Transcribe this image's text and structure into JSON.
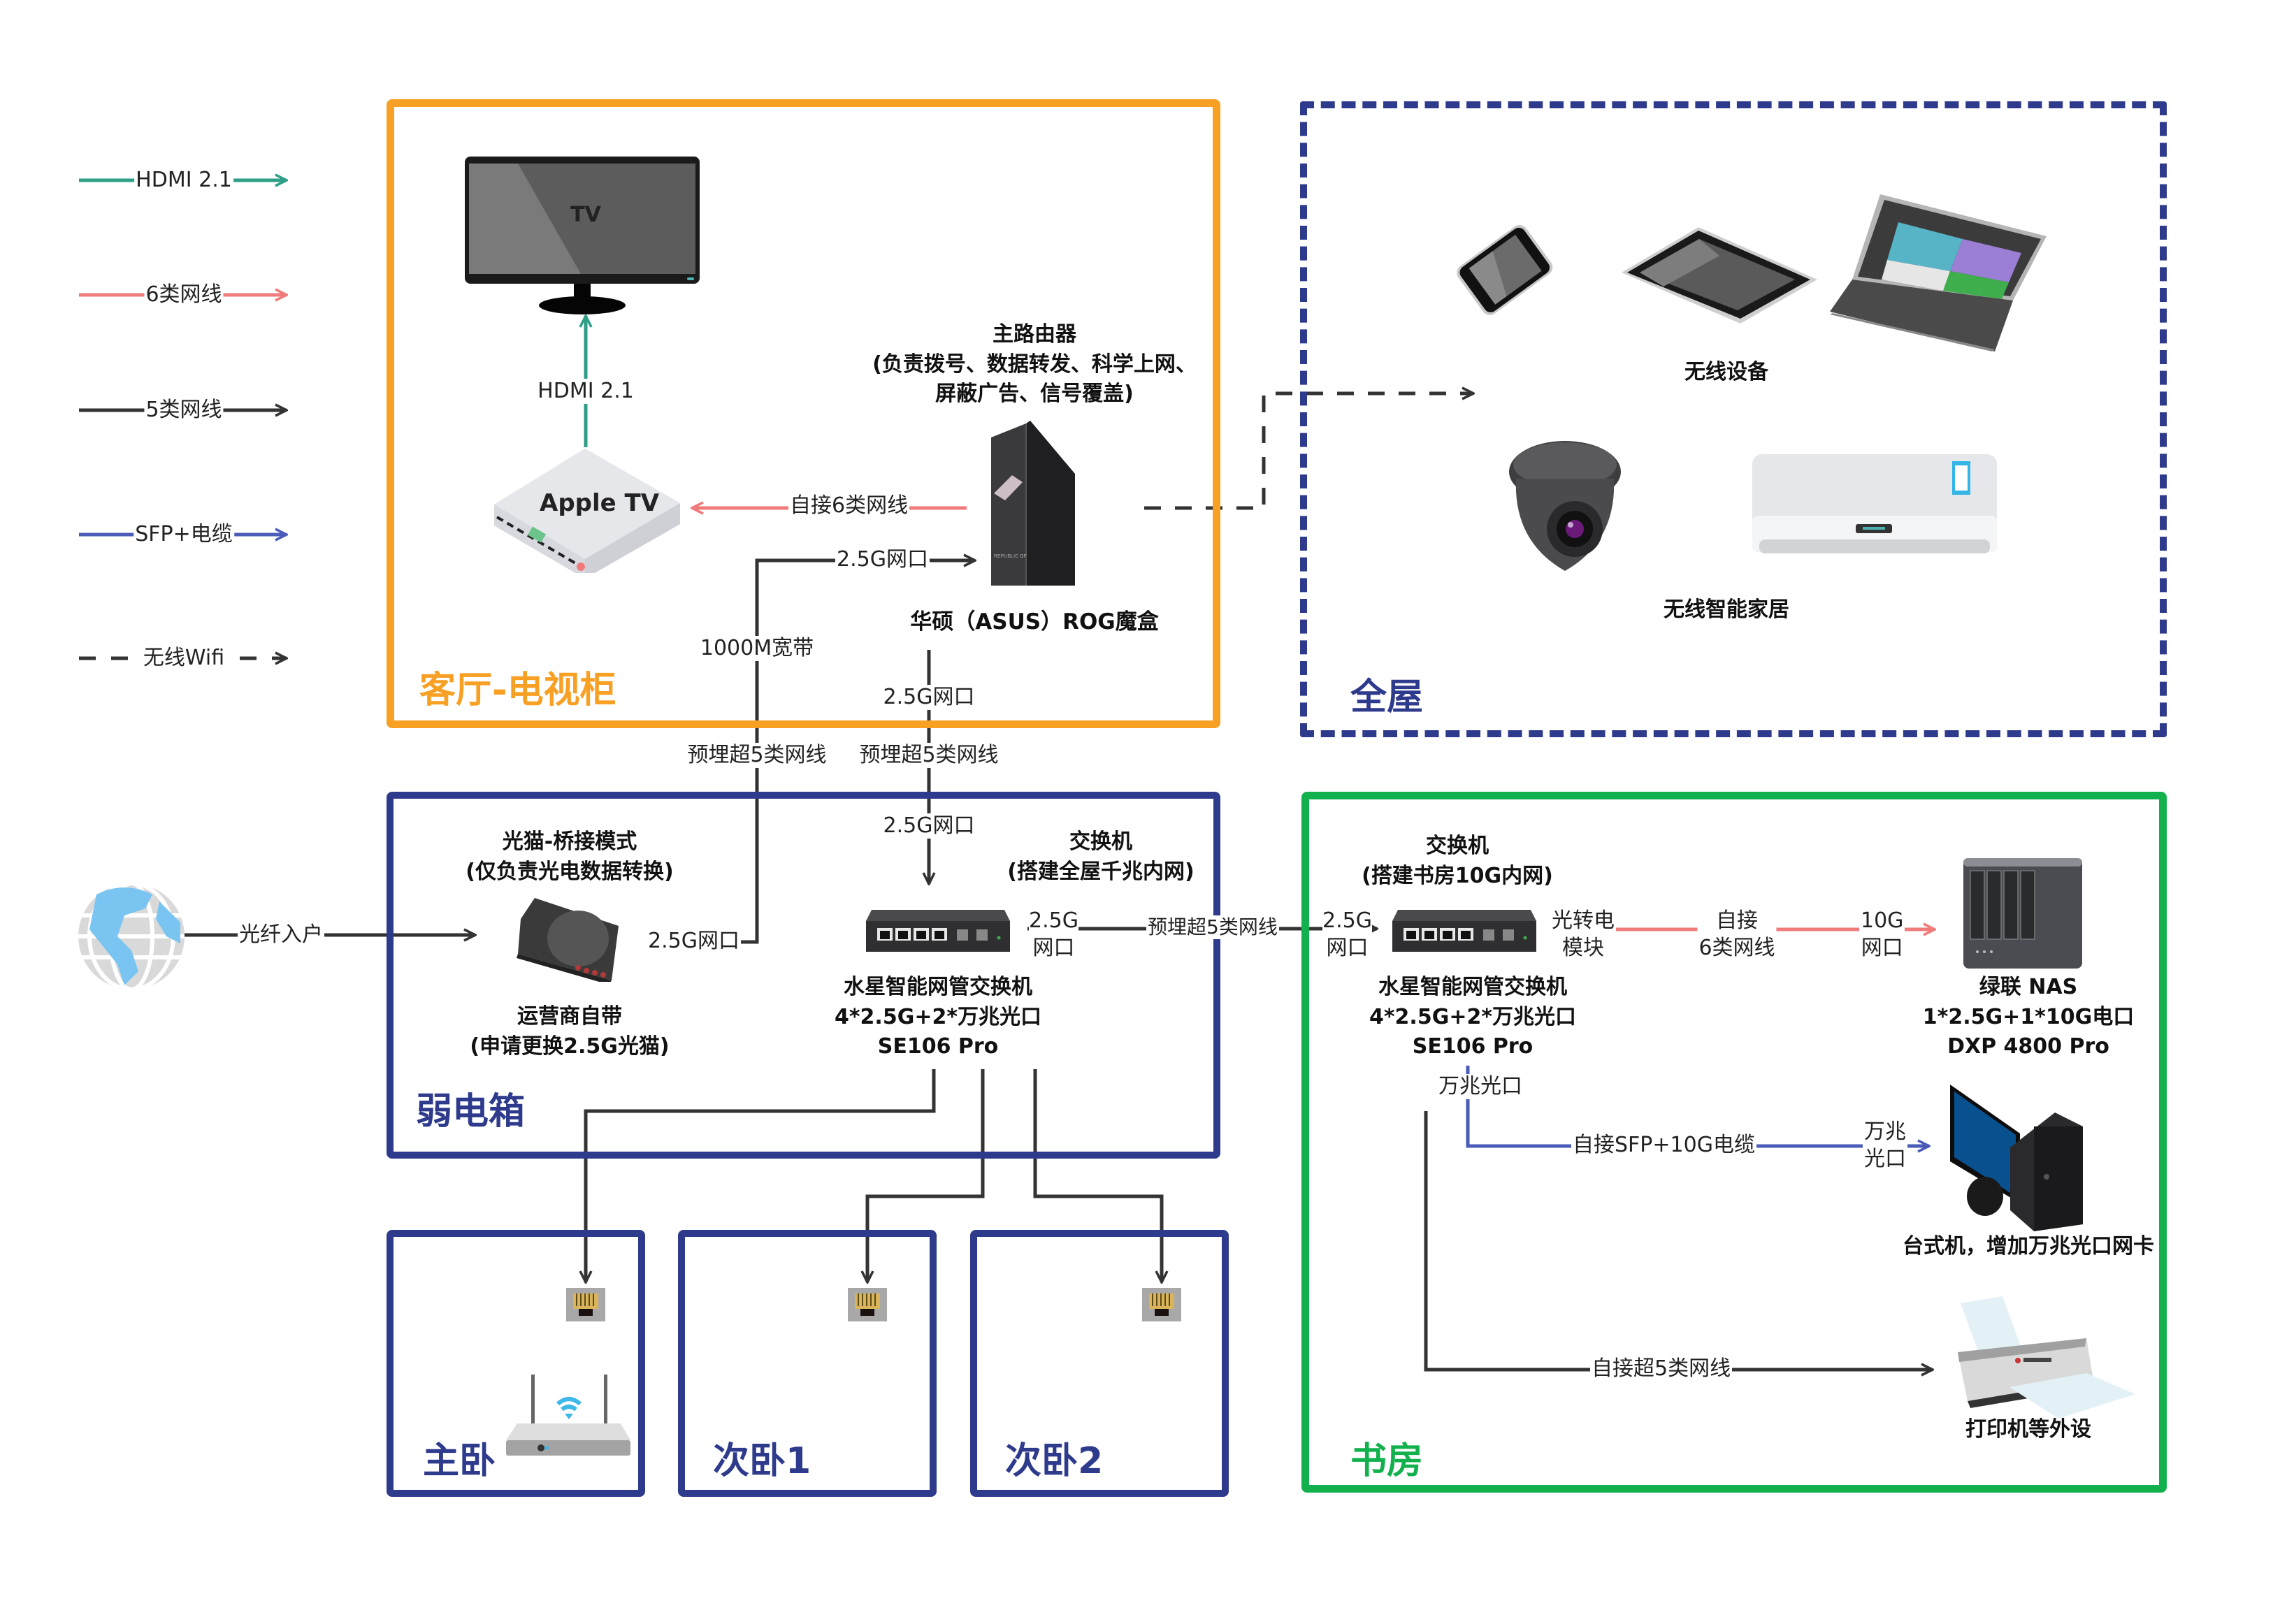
{
  "legend": {
    "items": [
      {
        "label": "HDMI 2.1",
        "color": "#2E9E87",
        "style": "solid"
      },
      {
        "label": "6类网线",
        "color": "#F07B7B",
        "style": "solid"
      },
      {
        "label": "5类网线",
        "color": "#333333",
        "style": "solid"
      },
      {
        "label": "SFP+电缆",
        "color": "#4A5CB8",
        "style": "solid"
      },
      {
        "label": "无线Wifi",
        "color": "#333333",
        "style": "dashed"
      }
    ]
  },
  "zones": {
    "living": {
      "title": "客厅-电视柜",
      "color": "#F7A024"
    },
    "whole_house": {
      "title": "全屋",
      "color": "#2E3A8C"
    },
    "cabinet": {
      "title": "弱电箱",
      "color": "#2E3A8C"
    },
    "study": {
      "title": "书房",
      "color": "#12B14E"
    },
    "master_bedroom": {
      "title": "主卧",
      "color": "#2E3A8C"
    },
    "bedroom2": {
      "title": "次卧1",
      "color": "#2E3A8C"
    },
    "bedroom3": {
      "title": "次卧2",
      "color": "#2E3A8C"
    }
  },
  "devices": {
    "tv": {
      "label": "TV"
    },
    "apple_tv": {
      "label": "Apple TV"
    },
    "router": {
      "caption_lines": [
        "主路由器",
        "(负责拨号、数据转发、科学上网、",
        "屏蔽广告、信号覆盖)"
      ],
      "name": "华硕（ASUS）ROG魔盒"
    },
    "wireless_devices": {
      "label": "无线设备"
    },
    "smart_home": {
      "label": "无线智能家居"
    },
    "modem": {
      "caption_lines": [
        "光猫-桥接模式",
        "(仅负责光电数据转换)"
      ],
      "sub_lines": [
        "运营商自带",
        "(申请更换2.5G光猫)"
      ]
    },
    "main_switch": {
      "caption_lines": [
        "交换机",
        "(搭建全屋千兆内网)"
      ],
      "sub_lines": [
        "水星智能网管交换机",
        "4*2.5G+2*万兆光口",
        "SE106 Pro"
      ]
    },
    "study_switch": {
      "caption_lines": [
        "交换机",
        "(搭建书房10G内网)"
      ],
      "sub_lines": [
        "水星智能网管交换机",
        "4*2.5G+2*万兆光口",
        "SE106 Pro"
      ]
    },
    "nas": {
      "lines": [
        "绿联 NAS",
        "1*2.5G+1*10G电口",
        "DXP 4800 Pro"
      ]
    },
    "desktop": {
      "label": "台式机，增加万兆光口网卡"
    },
    "printer": {
      "label": "打印机等外设"
    }
  },
  "links": {
    "hdmi": "HDMI 2.1",
    "router_to_appletv": "自接6类网线",
    "router_port_in": "2.5G网口",
    "broadband": "1000M宽带",
    "router_port_down": "2.5G网口",
    "buried_1": "预埋超5类网线",
    "buried_2": "预埋超5类网线",
    "switch_port_up": "2.5G网口",
    "fiber_in": "光纤入户",
    "modem_port": "2.5G网口",
    "switch_port_out_1": "2.5G",
    "switch_port_out_2": "网口",
    "buried_3": "预埋超5类网线",
    "study_port_in_1": "2.5G",
    "study_port_in_2": "网口",
    "optical_module_1": "光转电",
    "optical_module_2": "模块",
    "self_cat6_1": "自接",
    "self_cat6_2": "6类网线",
    "nas_port_1": "10G",
    "nas_port_2": "网口",
    "sfp_port": "万兆光口",
    "sfp_cable": "自接SFP+10G电缆",
    "pc_port_1": "万兆",
    "pc_port_2": "光口",
    "printer_cable": "自接超5类网线"
  }
}
